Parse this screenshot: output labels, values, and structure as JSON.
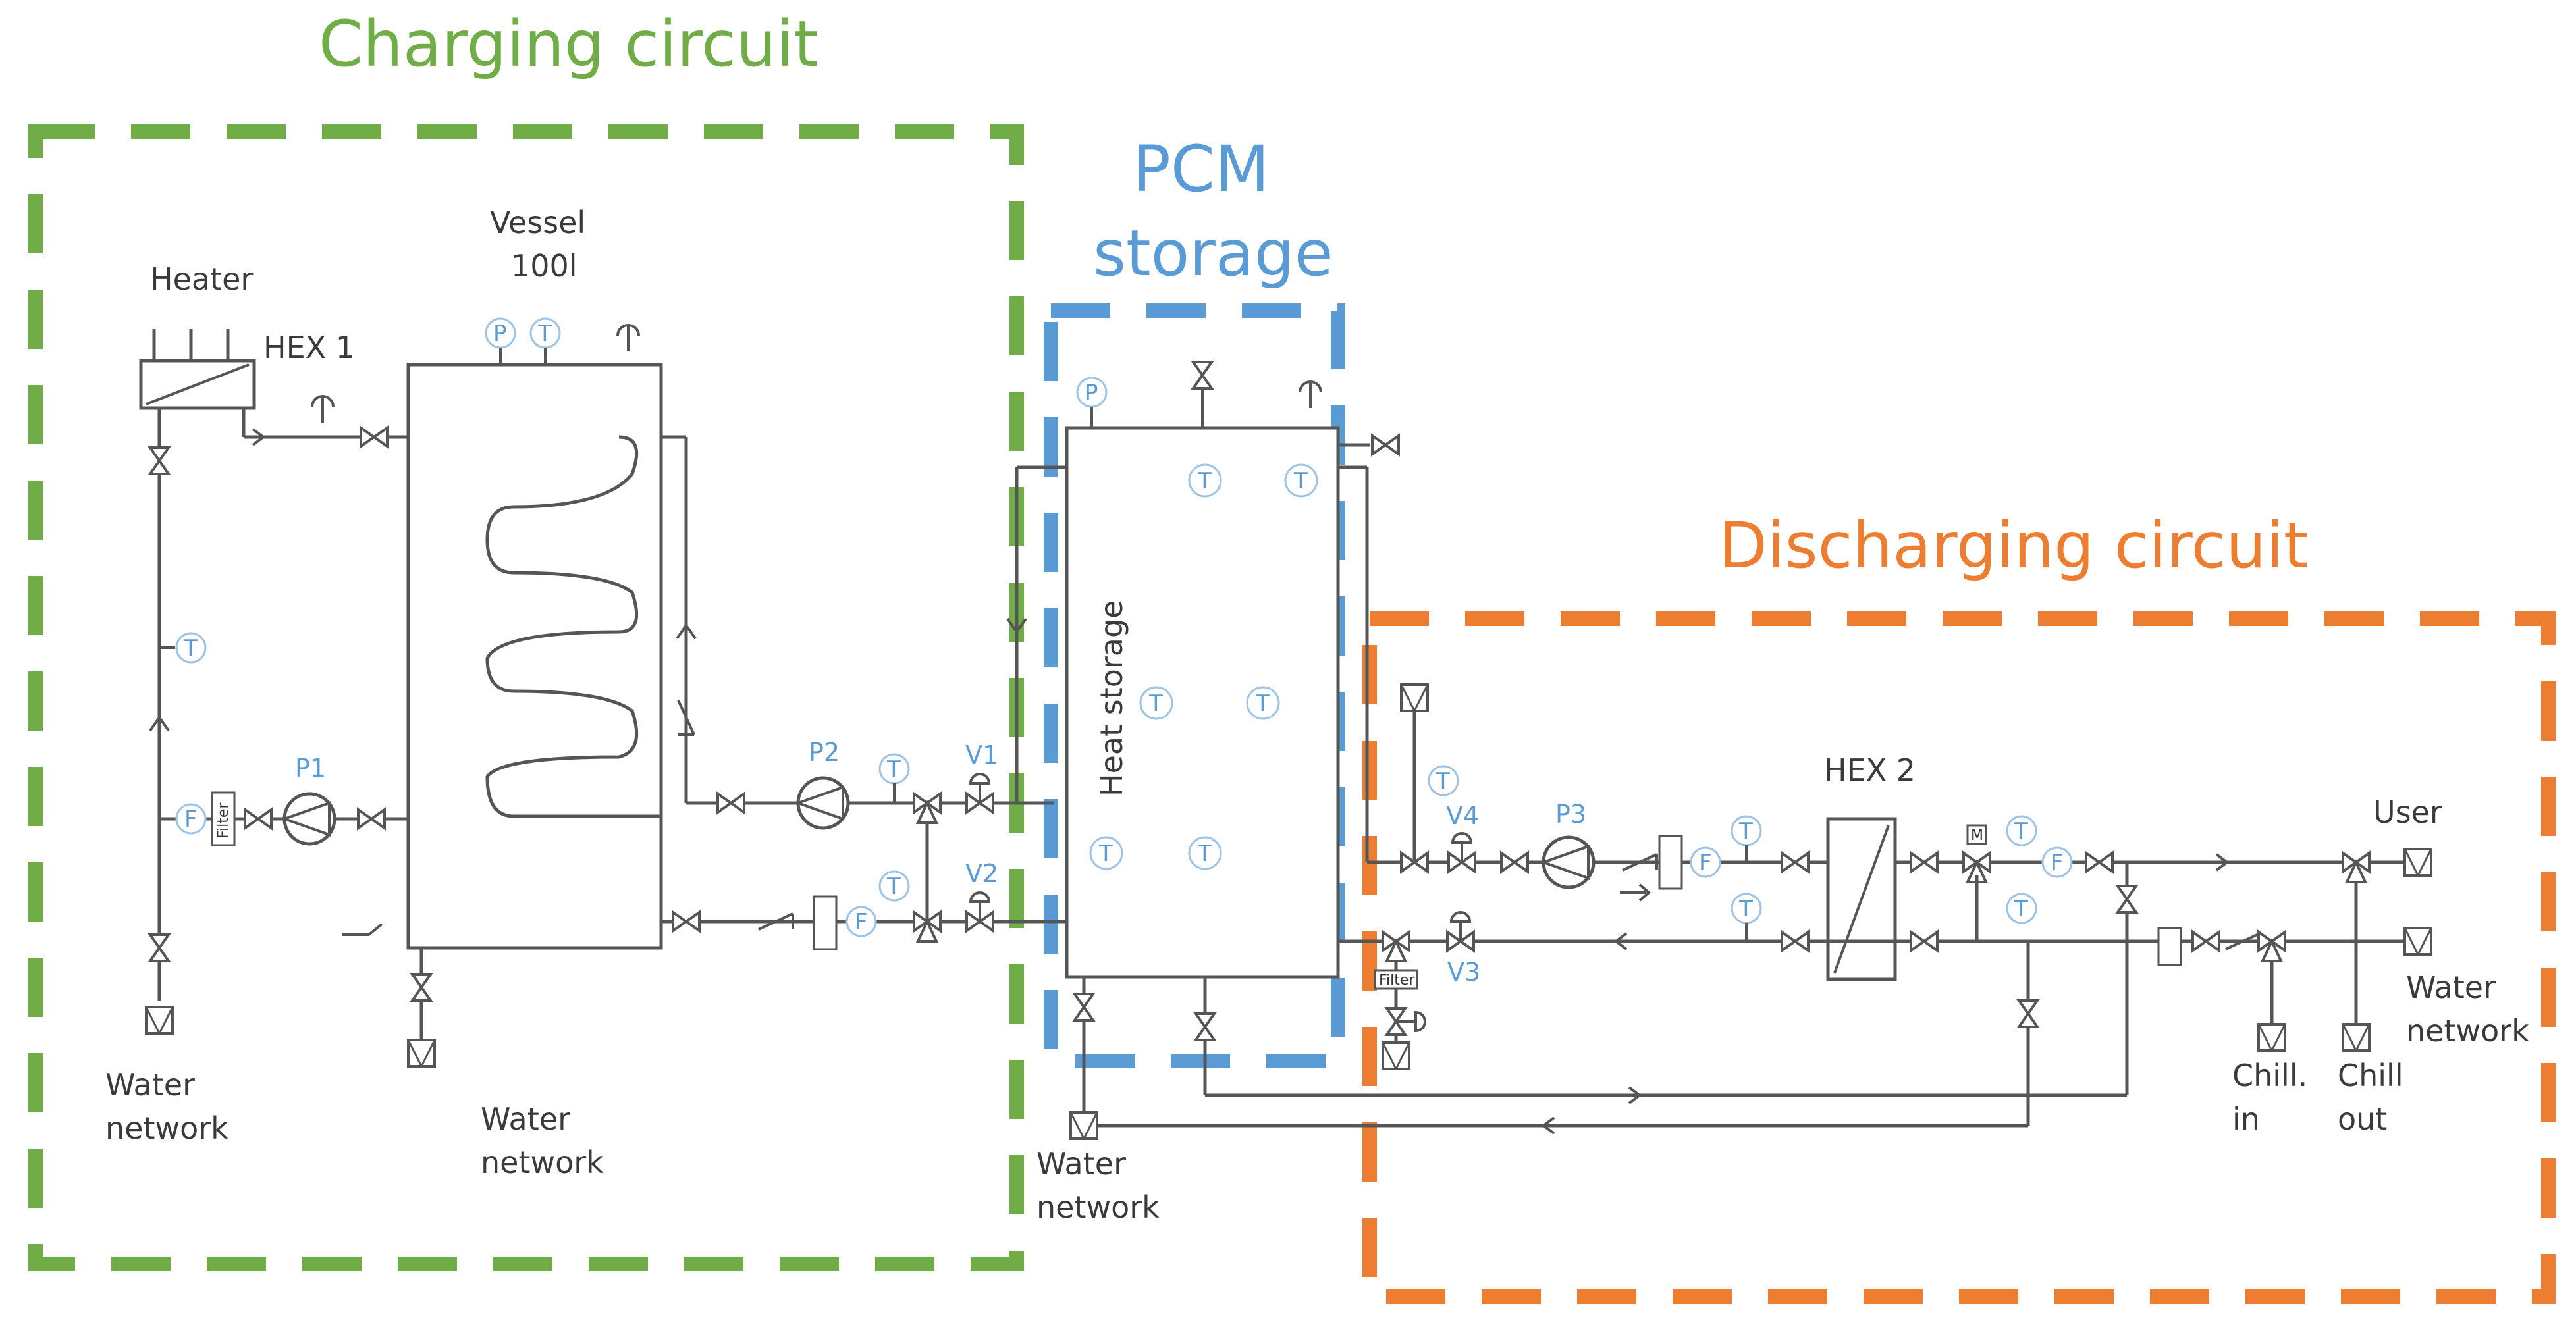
{
  "sections": {
    "charging": {
      "label": "Charging circuit",
      "color": "#70ad47"
    },
    "pcm": {
      "label_line1": "PCM",
      "label_line2": "storage",
      "color": "#5b9bd5"
    },
    "discharging": {
      "label": "Discharging circuit",
      "color": "#ed7d31"
    }
  },
  "components": {
    "heater": "Heater",
    "hex1": "HEX 1",
    "vessel_line1": "Vessel",
    "vessel_line2": "100l",
    "heat_storage": "Heat storage",
    "hex2": "HEX 2",
    "user": "User",
    "p1": "P1",
    "p2": "P2",
    "p3": "P3",
    "v1": "V1",
    "v2": "V2",
    "v3": "V3",
    "v4": "V4"
  },
  "instruments": {
    "temperature": "T",
    "pressure": "P",
    "flow": "F",
    "motor": "M",
    "filter": "Filter"
  },
  "connections": {
    "water_network_line1": "Water",
    "water_network_line2": "network",
    "chill_in_line1": "Chill.",
    "chill_in_line2": "in",
    "chill_out_line1": "Chill",
    "chill_out_line2": "out"
  },
  "icons": [
    "pump-icon",
    "valve-icon",
    "check-valve-icon",
    "filter-icon",
    "temperature-sensor-icon",
    "pressure-sensor-icon",
    "flow-sensor-icon",
    "heat-exchanger-icon",
    "coil-icon"
  ]
}
